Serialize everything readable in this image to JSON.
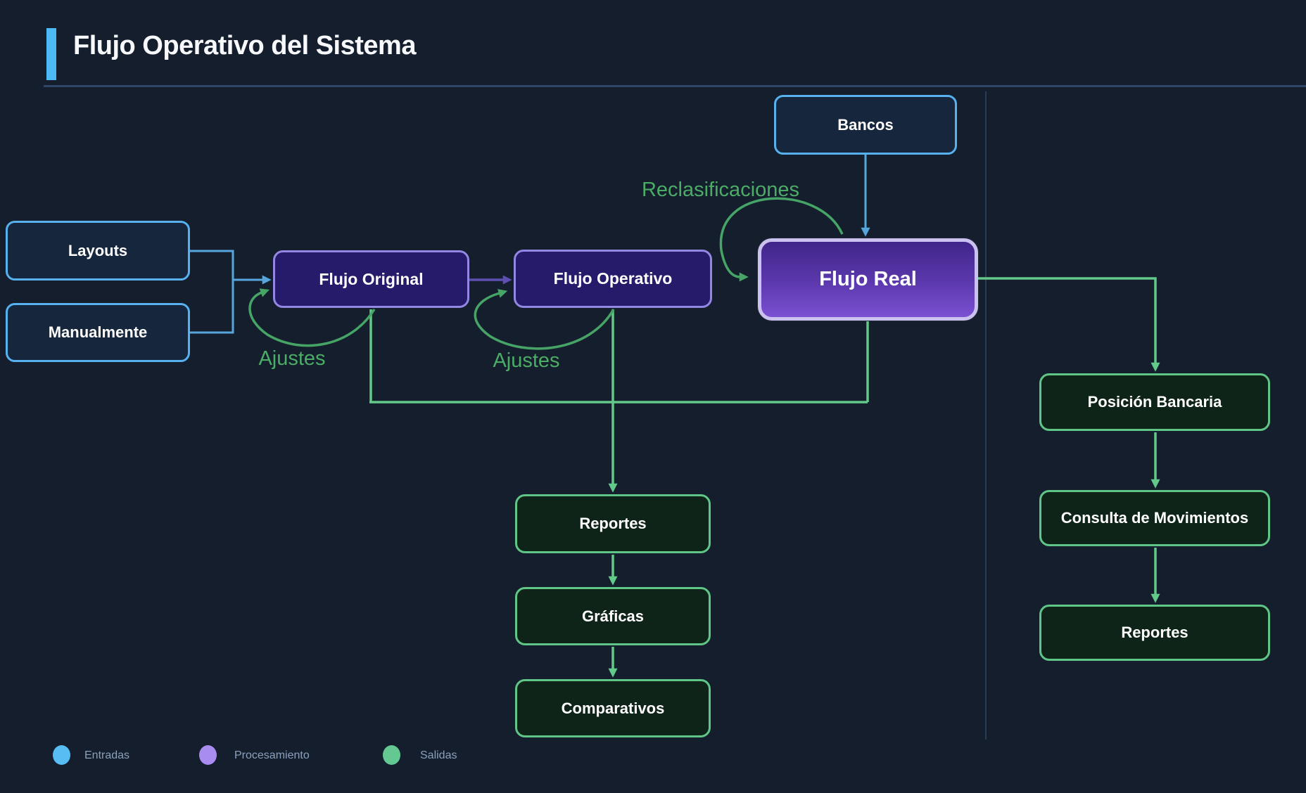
{
  "title": "Flujo Operativo del Sistema",
  "nodes": {
    "bancos": {
      "label": "Bancos",
      "type": "entrada"
    },
    "layouts": {
      "label": "Layouts",
      "type": "entrada"
    },
    "manualmente": {
      "label": "Manualmente",
      "type": "entrada"
    },
    "flujo_original": {
      "label": "Flujo Original",
      "type": "procesamiento"
    },
    "flujo_operativo": {
      "label": "Flujo Operativo",
      "type": "procesamiento"
    },
    "flujo_real": {
      "label": "Flujo Real",
      "type": "procesamiento"
    },
    "reportes": {
      "label": "Reportes",
      "type": "salida"
    },
    "graficas": {
      "label": "Gráficas",
      "type": "salida"
    },
    "comparativos": {
      "label": "Comparativos",
      "type": "salida"
    },
    "posicion_bancaria": {
      "label": "Posición Bancaria",
      "type": "salida"
    },
    "consulta_movimientos": {
      "label": "Consulta de Movimientos",
      "type": "salida"
    },
    "reportes_derecha": {
      "label": "Reportes",
      "type": "salida"
    }
  },
  "edge_labels": {
    "reclasificaciones": "Reclasificaciones",
    "ajustes_original": "Ajustes",
    "ajustes_operativo": "Ajustes"
  },
  "legend": [
    {
      "label": "Entradas",
      "color": "#58bdf2"
    },
    {
      "label": "Procesamiento",
      "color": "#a88cf0"
    },
    {
      "label": "Salidas",
      "color": "#64c893"
    }
  ],
  "colors": {
    "background": "#141e2d",
    "entrada_border": "#57b1ef",
    "procesamiento_border": "#9287e2",
    "salida_border": "#5fc687",
    "edge_green": "#62c98a",
    "loop_green": "#46a566",
    "edge_blue": "#56a6dd",
    "edge_purple": "#5e4fb3",
    "title_accent": "#4dbaf3"
  }
}
